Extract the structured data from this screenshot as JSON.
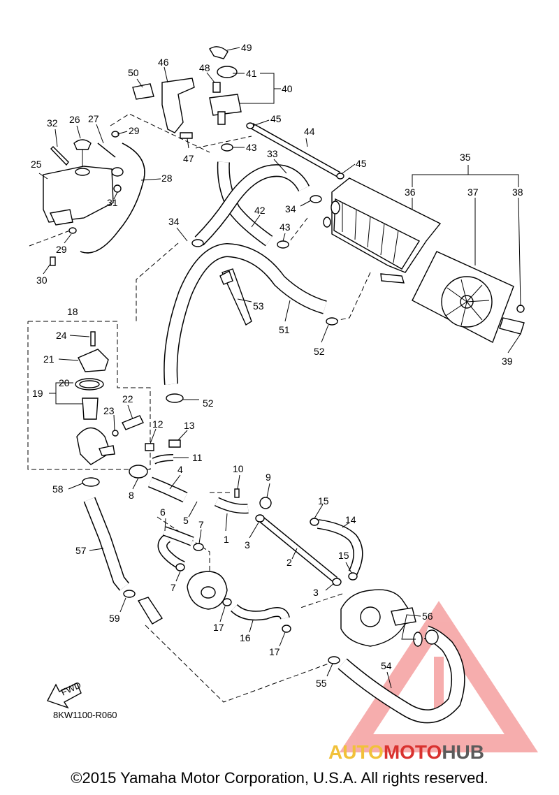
{
  "diagram": {
    "reference_code": "8KW1100-R060",
    "fwd_label": "FWD",
    "callouts": {
      "c1": "1",
      "c2": "2",
      "c3a": "3",
      "c3b": "3",
      "c4": "4",
      "c5": "5",
      "c6": "6",
      "c7a": "7",
      "c7b": "7",
      "c8": "8",
      "c9": "9",
      "c10": "10",
      "c11": "11",
      "c12": "12",
      "c13": "13",
      "c14": "14",
      "c15a": "15",
      "c15b": "15",
      "c16": "16",
      "c17a": "17",
      "c17b": "17",
      "c18": "18",
      "c19": "19",
      "c20": "20",
      "c21": "21",
      "c22": "22",
      "c23": "23",
      "c24": "24",
      "c25": "25",
      "c26": "26",
      "c27": "27",
      "c28": "28",
      "c29a": "29",
      "c29b": "29",
      "c30": "30",
      "c31": "31",
      "c32": "32",
      "c33": "33",
      "c34a": "34",
      "c34b": "34",
      "c35": "35",
      "c36": "36",
      "c37": "37",
      "c38": "38",
      "c39": "39",
      "c40": "40",
      "c41": "41",
      "c42": "42",
      "c43a": "43",
      "c43b": "43",
      "c44": "44",
      "c45a": "45",
      "c45b": "45",
      "c46": "46",
      "c47": "47",
      "c48": "48",
      "c49": "49",
      "c50": "50",
      "c51": "51",
      "c52a": "52",
      "c52b": "52",
      "c53": "53",
      "c54": "54",
      "c55": "55",
      "c56": "56",
      "c57": "57",
      "c58": "58",
      "c59": "59"
    }
  },
  "watermark": {
    "part1": "AUTO",
    "part2": "MOTO",
    "part3": "HUB"
  },
  "copyright": "©2015 Yamaha Motor Corporation, U.S.A. All rights reserved."
}
